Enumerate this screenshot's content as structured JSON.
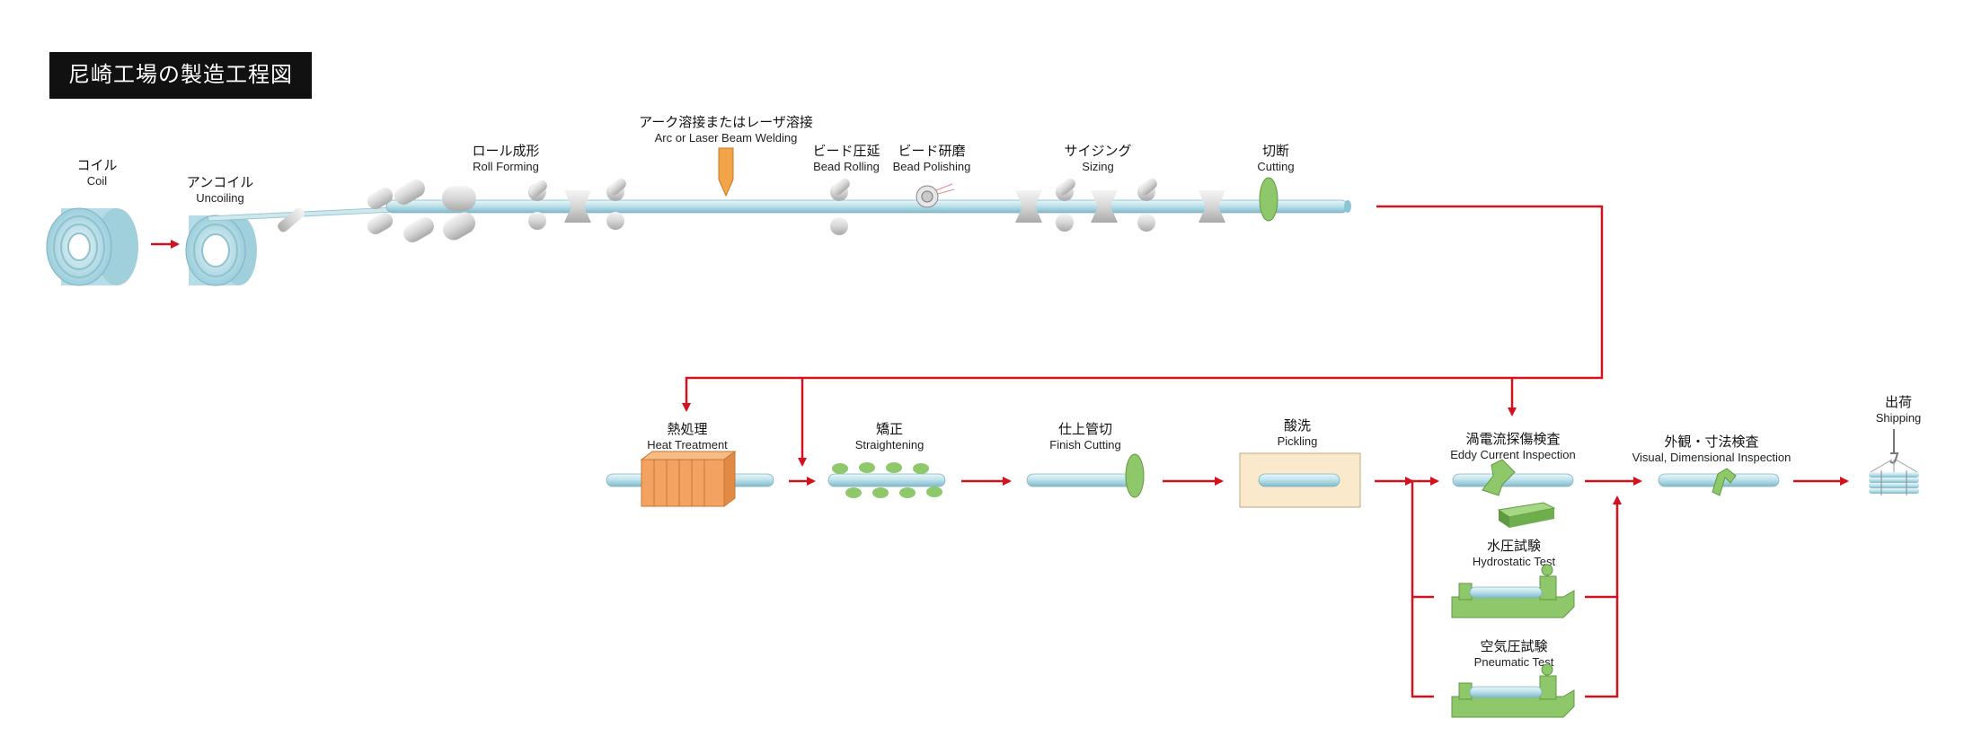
{
  "title": "尼崎工場の製造工程図",
  "colors": {
    "arrow": "#d3121f",
    "pipe": "#bfe3ec",
    "roll": "#d9d9d9",
    "green": "#8ec86a",
    "orange": "#f4a261",
    "bath": "#fbe9cc"
  },
  "stages_top": [
    {
      "jp": "コイル",
      "en": "Coil"
    },
    {
      "jp": "アンコイル",
      "en": "Uncoiling"
    },
    {
      "jp": "ロール成形",
      "en": "Roll Forming"
    },
    {
      "jp": "アーク溶接またはレーザ溶接",
      "en": "Arc or Laser Beam Welding"
    },
    {
      "jp": "ビード圧延",
      "en": "Bead Rolling"
    },
    {
      "jp": "ビード研磨",
      "en": "Bead Polishing"
    },
    {
      "jp": "サイジング",
      "en": "Sizing"
    },
    {
      "jp": "切断",
      "en": "Cutting"
    }
  ],
  "stages_bottom": [
    {
      "jp": "熱処理",
      "en": "Heat Treatment"
    },
    {
      "jp": "矯正",
      "en": "Straightening"
    },
    {
      "jp": "仕上管切",
      "en": "Finish Cutting"
    },
    {
      "jp": "酸洗",
      "en": "Pickling"
    },
    {
      "jp": "渦電流探傷検査",
      "en": "Eddy Current Inspection"
    },
    {
      "jp": "外観・寸法検査",
      "en": "Visual, Dimensional Inspection"
    },
    {
      "jp": "出荷",
      "en": "Shipping"
    }
  ],
  "tests": [
    {
      "jp": "水圧試験",
      "en": "Hydrostatic Test"
    },
    {
      "jp": "空気圧試験",
      "en": "Pneumatic Test"
    }
  ]
}
